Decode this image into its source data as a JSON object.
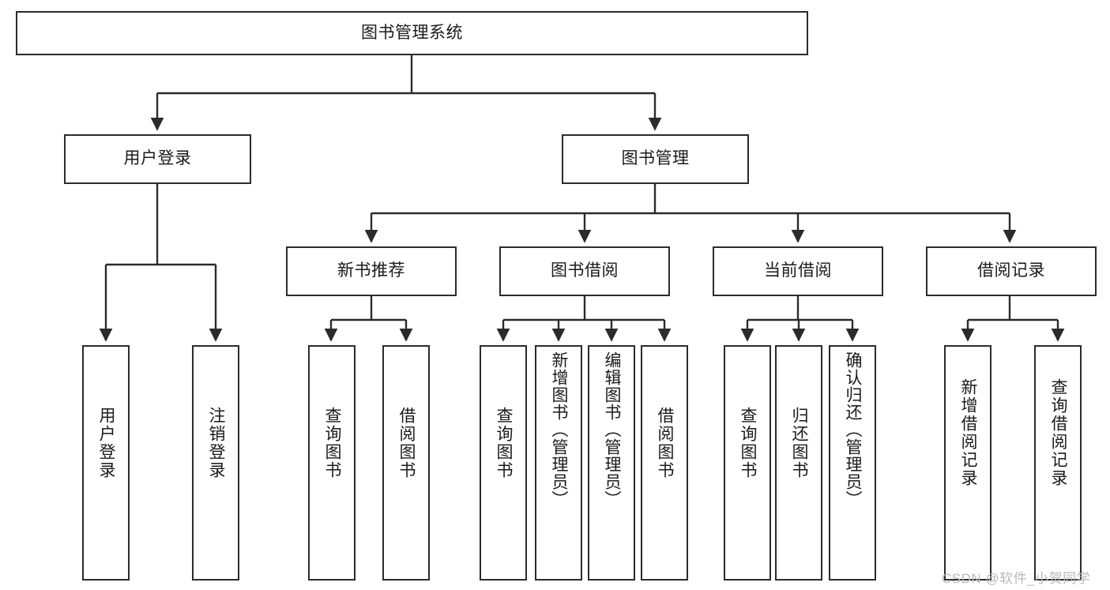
{
  "diagram": {
    "title": "图书管理系统",
    "type": "tree-hierarchy-chart",
    "colors": {
      "box_border": "#2b2b2b",
      "box_fill": "#ffffff",
      "line": "#2b2b2b",
      "text": "#1a1a1a",
      "watermark": "#b9b9b9",
      "background": "#ffffff"
    }
  },
  "nodes": {
    "root": {
      "label": "图书管理系统"
    },
    "level1": [
      {
        "id": "user-login",
        "label": "用户登录"
      },
      {
        "id": "book-manage",
        "label": "图书管理"
      }
    ],
    "level2": [
      {
        "id": "new-book-recommend",
        "label": "新书推荐"
      },
      {
        "id": "book-borrow",
        "label": "图书借阅"
      },
      {
        "id": "current-borrow",
        "label": "当前借阅"
      },
      {
        "id": "borrow-record",
        "label": "借阅记录"
      }
    ],
    "leaves": {
      "user_login": [
        {
          "id": "leaf-user-login",
          "label": "用户登录"
        },
        {
          "id": "leaf-user-logout",
          "label": "注销登录"
        }
      ],
      "new_book_recommend": [
        {
          "id": "leaf-query-book-1",
          "label": "查询图书"
        },
        {
          "id": "leaf-borrow-book-1",
          "label": "借阅图书"
        }
      ],
      "book_borrow": [
        {
          "id": "leaf-query-book-2",
          "label": "查询图书"
        },
        {
          "id": "leaf-add-book",
          "label": "新增图书（管理员）"
        },
        {
          "id": "leaf-edit-book",
          "label": "编辑图书（管理员）"
        },
        {
          "id": "leaf-borrow-book-2",
          "label": "借阅图书"
        }
      ],
      "current_borrow": [
        {
          "id": "leaf-query-book-3",
          "label": "查询图书"
        },
        {
          "id": "leaf-return-book",
          "label": "归还图书"
        },
        {
          "id": "leaf-confirm-return",
          "label": "确认归还（管理员）"
        }
      ],
      "borrow_record": [
        {
          "id": "leaf-add-record",
          "label": "新增借阅记录"
        },
        {
          "id": "leaf-query-record",
          "label": "查询借阅记录"
        }
      ]
    }
  },
  "watermark": {
    "text": "CSDN @软件_小贺同学"
  }
}
